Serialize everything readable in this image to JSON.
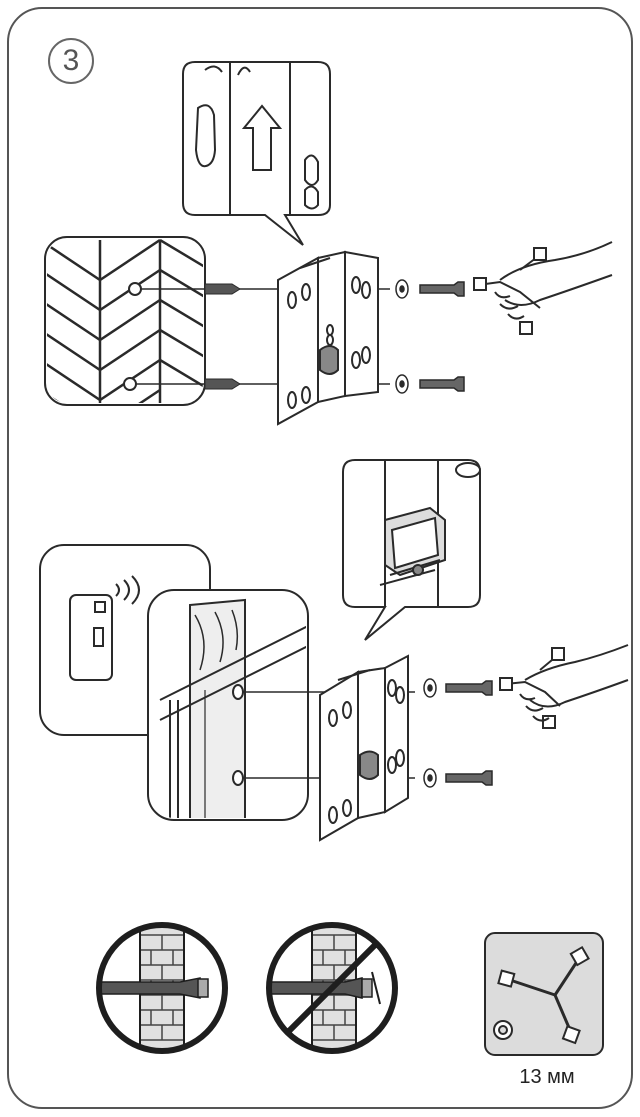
{
  "step": {
    "number": "3"
  },
  "tool": {
    "name": "wrench-icon",
    "size_label": "13 мм"
  },
  "panels": {
    "top": "wall-mount-on-tiled-wall",
    "middle": "wall-mount-on-door-frame-near-wireless-switch"
  },
  "notes": {
    "left_circle": "anchor-correct-icon",
    "right_circle": "anchor-prohibited-icon"
  },
  "colors": {
    "line": "#2a2a2a",
    "panel_fill": "#f2f2f2",
    "wall_fill": "#dcdcdc",
    "border": "#555555"
  }
}
